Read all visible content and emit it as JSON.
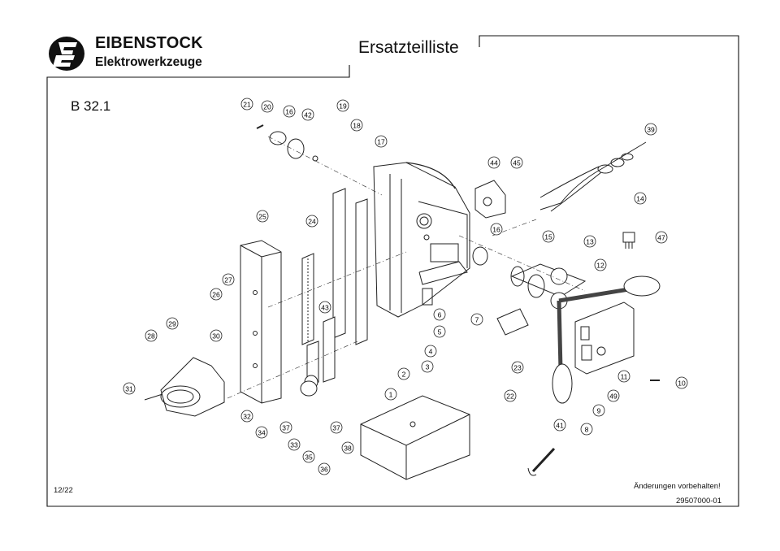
{
  "header": {
    "brand_name": "EIBENSTOCK",
    "brand_subtitle": "Elektrowerkzeuge",
    "document_title": "Ersatzteilliste"
  },
  "model": "B 32.1",
  "footer": {
    "page": "12/22",
    "notice": "Änderungen vorbehalten!",
    "document_number": "29507000-01"
  },
  "callouts": [
    "21",
    "20",
    "16",
    "42",
    "19",
    "18",
    "17",
    "44",
    "45",
    "39",
    "14",
    "25",
    "24",
    "16",
    "15",
    "13",
    "47",
    "12",
    "27",
    "26",
    "43",
    "5",
    "6",
    "7",
    "29",
    "28",
    "30",
    "4",
    "23",
    "3",
    "2",
    "11",
    "10",
    "31",
    "49",
    "9",
    "1",
    "32",
    "34",
    "37",
    "33",
    "35",
    "36",
    "37",
    "38",
    "22",
    "41",
    "8"
  ]
}
